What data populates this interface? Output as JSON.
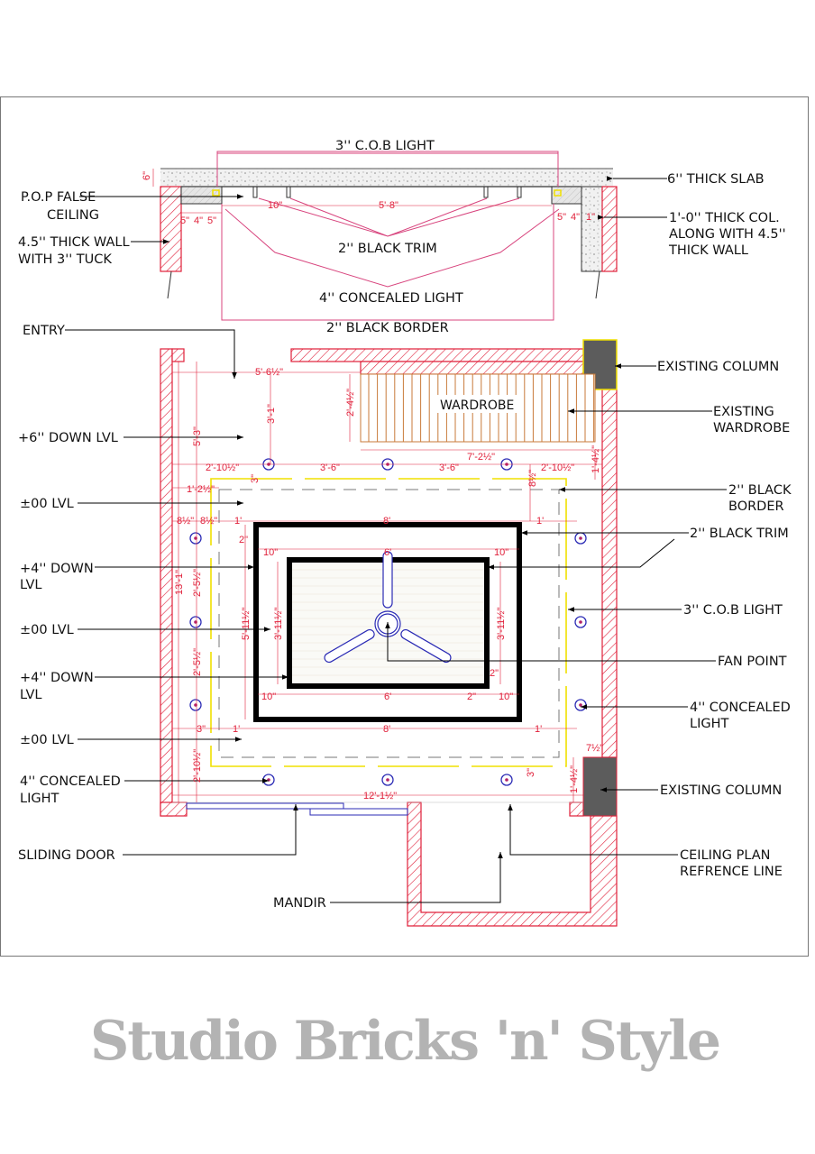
{
  "colors": {
    "wall": "#e0203a",
    "light": "#2b2bb5",
    "cob": "#f0e000",
    "column": "#5c5c5c",
    "wardrobe": "#c87a3a",
    "pink": "#d8457e"
  },
  "watermark": "Studio Bricks 'n' Style",
  "section": {
    "cob_light": "3'' C.O.B LIGHT",
    "black_trim": "2'' BLACK TRIM",
    "concealed_light": "4'' CONCEALED LIGHT",
    "black_border": "2'' BLACK BORDER",
    "pop_1": "P.O.P FALSE",
    "pop_2": "CEILING",
    "wall_1": "4.5'' THICK WALL",
    "wall_2": "WITH 3'' TUCK",
    "slab": "6'' THICK SLAB",
    "col_1": "1'-0'' THICK COL.",
    "col_2": "ALONG WITH 4.5''",
    "col_3": "THICK WALL"
  },
  "plan": {
    "entry": "ENTRY",
    "down6": "+6'' DOWN LVL",
    "lvl00": "±00 LVL",
    "down4_1": "+4'' DOWN",
    "down4_2": "LVL",
    "conc_1": "4'' CONCEALED",
    "conc_2": "LIGHT",
    "sliding_door": "SLIDING DOOR",
    "mandir": "MANDIR",
    "wardrobe": "WARDROBE",
    "existing_column": "EXISTING COLUMN",
    "ex_wardrobe_1": "EXISTING",
    "ex_wardrobe_2": "WARDROBE",
    "border_1": "2'' BLACK",
    "border_2": "BORDER",
    "trim": "2'' BLACK TRIM",
    "cob": "3'' C.O.B LIGHT",
    "fan": "FAN POINT",
    "ref_1": "CEILING PLAN",
    "ref_2": "REFRENCE LINE"
  },
  "dims": [
    "6\"",
    "10\"",
    "5'-8\"",
    "5\"",
    "4\"",
    "5\"",
    "5\"",
    "4\"",
    "1\"",
    "5'-6½\"",
    "3'-1\"",
    "2'-4½\"",
    "5'-3\"",
    "7'-2½\"",
    "2'-10½\"",
    "3'-6\"",
    "3'-6\"",
    "2'-10½\"",
    "3\"",
    "8½\"",
    "1'-4½\"",
    "1'-2½\"",
    "8½\"",
    "8½\"",
    "1'",
    "8'",
    "1'",
    "2\"",
    "10\"",
    "6'",
    "10\"",
    "13'-1\"",
    "2'-5½\"",
    "5'-11½\"",
    "3'-11½\"",
    "3'-11½\"",
    "2\"",
    "2'-5½\"",
    "10\"",
    "6'",
    "2\"",
    "10\"",
    "3\"",
    "1'",
    "8'",
    "1'",
    "2'-10½\"",
    "7½\"",
    "3\"",
    "1'-4½\"",
    "12'-1½\""
  ]
}
